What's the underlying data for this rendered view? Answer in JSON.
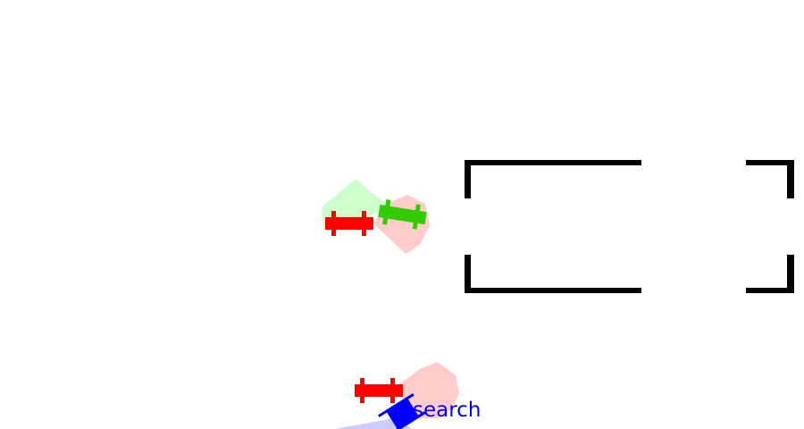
{
  "scene": {
    "background": "#ffffff",
    "wall_color": "#000000"
  },
  "agents": [
    {
      "name": "red-car-1",
      "color": "#ff0000",
      "cone_color": "#ffcccc",
      "secondary_cone_color": "#ccffcc"
    },
    {
      "name": "green-car",
      "color": "#33cc00"
    },
    {
      "name": "red-car-2",
      "color": "#ff0000",
      "cone_color": "#ffcccc"
    },
    {
      "name": "blue-car",
      "color": "#0000ff",
      "cone_color": "#ccccff",
      "status_text": "search"
    }
  ]
}
